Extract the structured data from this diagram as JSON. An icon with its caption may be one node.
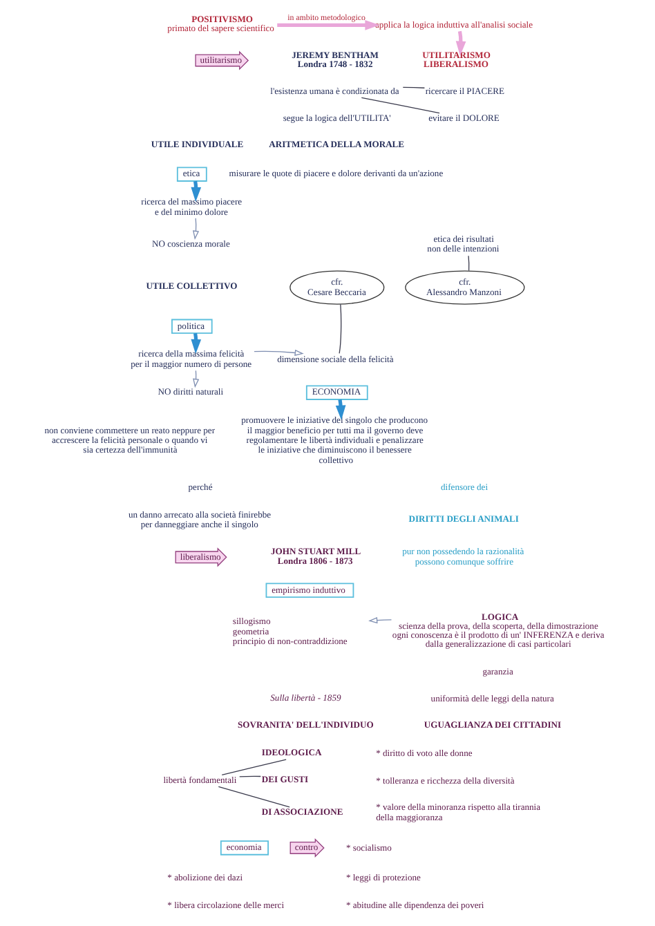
{
  "diagram": {
    "nodes": [
      {
        "text": [
          "POSITIVISMO",
          "primato del sapere scientifico"
        ]
      },
      {
        "text": [
          "applica la logica induttiva all'analisi sociale"
        ]
      },
      {
        "text": [
          "utilitarismo"
        ]
      },
      {
        "text": [
          "JEREMY BENTHAM",
          "Londra 1748 - 1832"
        ]
      },
      {
        "text": [
          "UTILITARISMO LIBERALISMO"
        ]
      },
      {
        "text": [
          "l'esistenza umana è condizionata da"
        ]
      },
      {
        "text": [
          "ricercare il PIACERE"
        ]
      },
      {
        "text": [
          "segue la logica dell'UTILITA'"
        ]
      },
      {
        "text": [
          "evitare il DOLORE"
        ]
      },
      {
        "text": [
          "etica"
        ]
      },
      {
        "text": [
          "ricerca del massimo piacere e del minimo dolore"
        ]
      },
      {
        "text": [
          "NO coscienza morale"
        ]
      },
      {
        "text": [
          "etica dei risultati non delle intenzioni"
        ]
      },
      {
        "text": [
          "cfr. Cesare Beccaria"
        ]
      },
      {
        "text": [
          "cfr. Alessandro Manzoni"
        ]
      },
      {
        "text": [
          "politica"
        ]
      },
      {
        "text": [
          "ricerca della massima felicità per il maggior numero di persone"
        ]
      },
      {
        "text": [
          "dimensione sociale della felicità"
        ]
      },
      {
        "text": [
          "NO diritti naturali"
        ]
      },
      {
        "text": [
          "ECONOMIA"
        ]
      },
      {
        "text": [
          "promuovere le iniziative del singolo che producono il maggior beneficio per tutti ma il governo deve regolamentare le libertà individuali e penalizzare le iniziative che diminuiscono il benessere collettivo"
        ]
      },
      {
        "text": [
          "liberalismo"
        ]
      },
      {
        "text": [
          "JOHN STUART MILL",
          "Londra 1806 - 1873"
        ]
      },
      {
        "text": [
          "empirismo induttivo"
        ]
      },
      {
        "text": [
          "LOGICA",
          "scienza della prova, della scoperta, della dimostrazione",
          "ogni conoscenza è il prodotto di un' INFERENZA e deriva dalla generalizzazione di casi particolari"
        ]
      },
      {
        "text": [
          "sillogismo",
          "geometria",
          "principio di non-contraddizione"
        ]
      },
      {
        "text": [
          "IDEOLOGICA"
        ]
      },
      {
        "text": [
          "libertà fondamentali"
        ]
      },
      {
        "text": [
          "DEI GUSTI"
        ]
      },
      {
        "text": [
          "DI ASSOCIAZIONE"
        ]
      },
      {
        "text": [
          "economia"
        ]
      },
      {
        "text": [
          "contro"
        ]
      }
    ],
    "edges": [
      {
        "from": 0,
        "to": 1,
        "arrow": "to",
        "label": "in ambito metodologico",
        "style": "thick",
        "color": "#e9a6d9"
      },
      {
        "from": 1,
        "to": 4,
        "arrow": "to",
        "style": "thick",
        "color": "#e9a6d9"
      },
      {
        "from": 5,
        "to": 6,
        "arrow": "none"
      },
      {
        "from": 5,
        "to": 8,
        "arrow": "none"
      },
      {
        "from": 9,
        "to": 10,
        "arrow": "to",
        "style": "thick",
        "color": "#2e8fd1"
      },
      {
        "from": 10,
        "to": 11,
        "arrow": "to",
        "color": "#7d8db0"
      },
      {
        "from": 12,
        "to": 14,
        "arrow": "none"
      },
      {
        "from": 13,
        "to": 17,
        "arrow": "none"
      },
      {
        "from": 15,
        "to": 16,
        "arrow": "to",
        "style": "thick",
        "color": "#2e8fd1"
      },
      {
        "from": 16,
        "to": 17,
        "arrow": "to",
        "color": "#7d8db0"
      },
      {
        "from": 16,
        "to": 18,
        "arrow": "to",
        "color": "#7d8db0"
      },
      {
        "from": 19,
        "to": 20,
        "arrow": "to",
        "style": "thick",
        "color": "#2e8fd1"
      },
      {
        "from": 24,
        "to": 25,
        "arrow": "to",
        "color": "#7d8db0"
      },
      {
        "from": 27,
        "to": 26,
        "arrow": "none"
      },
      {
        "from": 27,
        "to": 28,
        "arrow": "none"
      },
      {
        "from": 27,
        "to": 29,
        "arrow": "none"
      }
    ],
    "labels": [
      "UTILE INDIVIDUALE",
      "ARITMETICA DELLA MORALE",
      "misurare le quote di piacere e dolore derivanti da un'azione",
      "UTILE COLLETTIVO",
      "non conviene commettere un reato neppure per accrescere la felicità personale o quando vi sia certezza dell'immunità",
      "perché",
      "un danno arrecato alla società finirebbe per danneggiare anche il singolo",
      "difensore dei",
      "DIRITTI DEGLI ANIMALI",
      "pur non possedendo la razionalità possono comunque soffrire",
      "garanzia",
      "Sulla libertà - 1859",
      "uniformità delle leggi della natura",
      "SOVRANITA' DELL'INDIVIDUO",
      "UGUAGLIANZA DEI CITTADINI",
      "* diritto di voto alle donne",
      "* tolleranza e ricchezza della diversità",
      "* valore della minoranza rispetto alla tirannia della maggioranza",
      "* socialismo",
      "* leggi di protezione",
      "* abolizione dei dazi",
      "* abitudine alle dipendenza dei poveri",
      "* libera circolazione delle merci"
    ]
  }
}
